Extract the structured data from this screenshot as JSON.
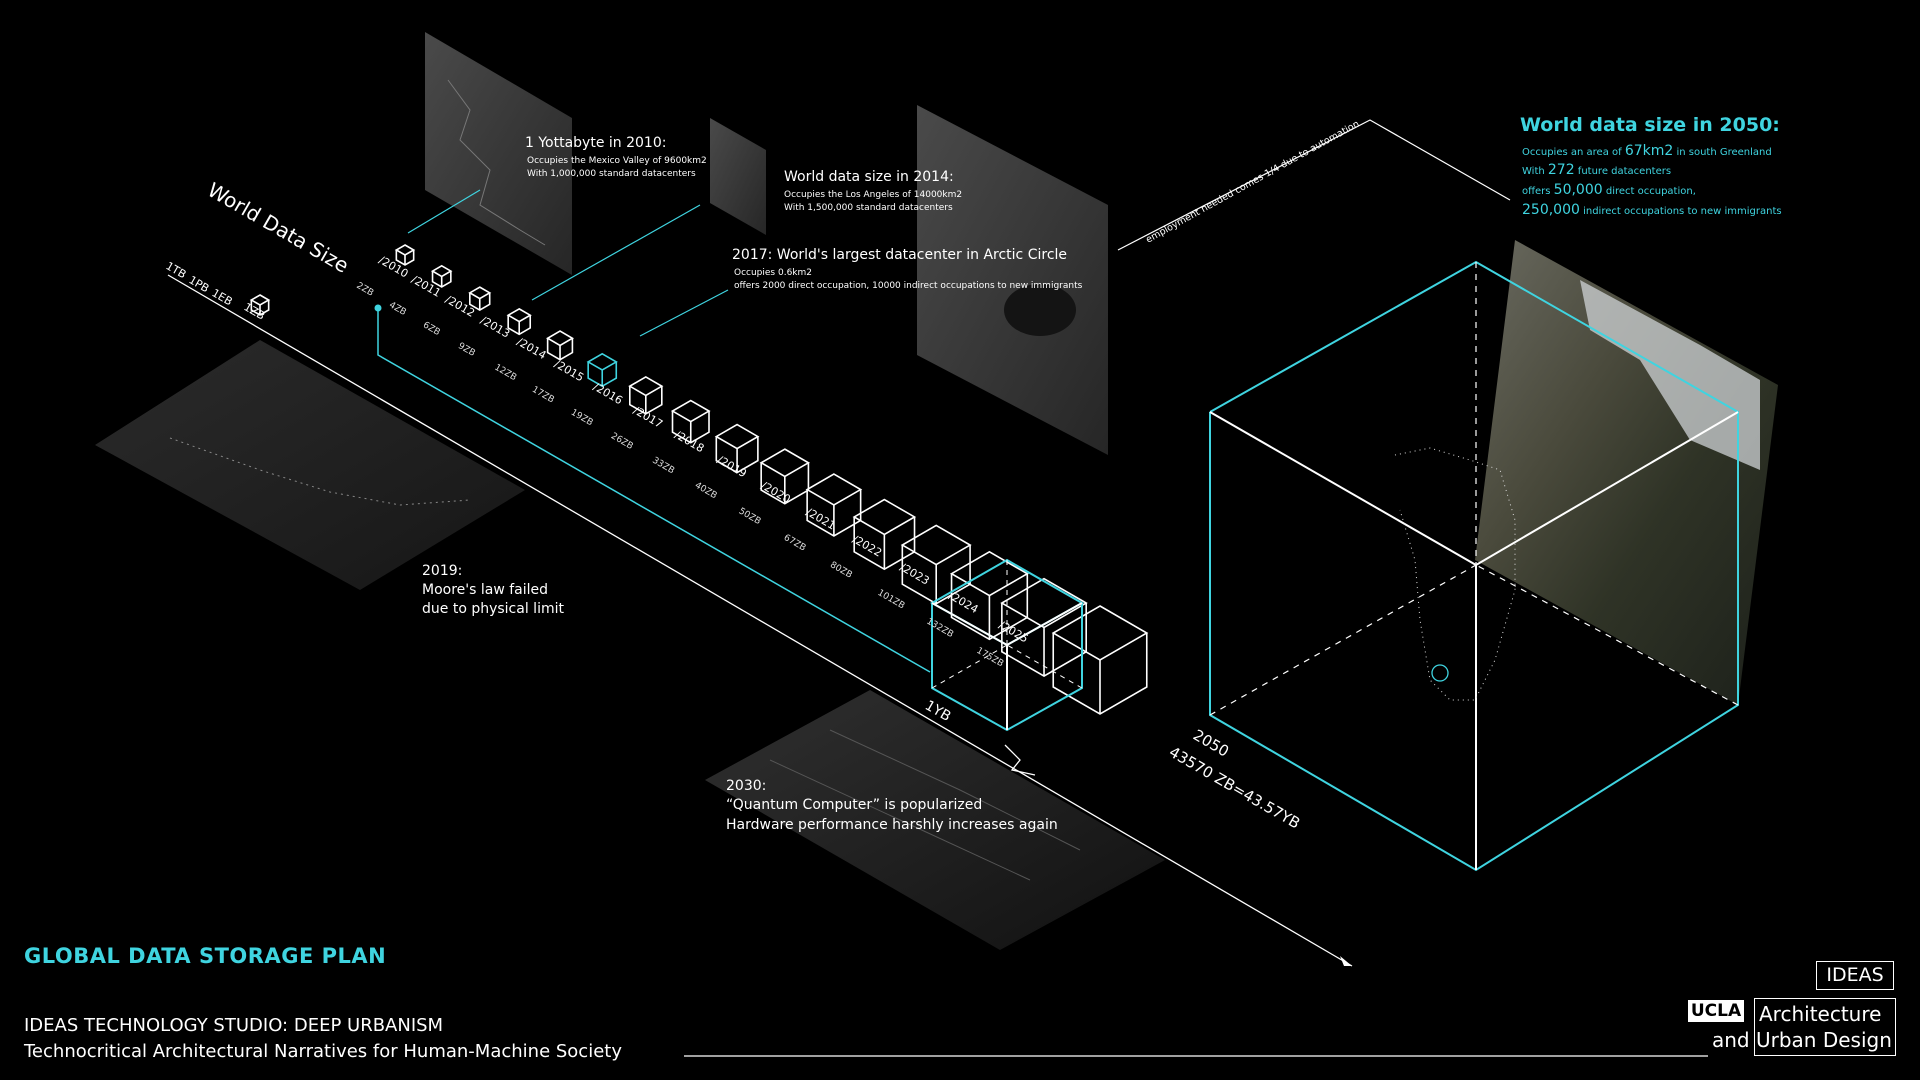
{
  "colors": {
    "accent": "#3fd4e0",
    "line": "#ffffff",
    "bg": "#000000",
    "plane": "#2a2a2a"
  },
  "diagram": {
    "world_data_size_label": "World Data Size",
    "unit_labels": [
      "1TB",
      "1PB",
      "1EB",
      "1ZB"
    ],
    "years": [
      "2010",
      "2011",
      "2012",
      "2013",
      "2014",
      "2015",
      "2016",
      "2017",
      "2018",
      "2019",
      "2020",
      "2021",
      "2022",
      "2023",
      "2024",
      "2025"
    ],
    "sizes": [
      "2ZB",
      "4ZB",
      "6ZB",
      "9ZB",
      "12ZB",
      "17ZB",
      "19ZB",
      "26ZB",
      "33ZB",
      "40ZB",
      "50ZB",
      "67ZB",
      "80ZB",
      "101ZB",
      "132ZB",
      "175ZB"
    ],
    "yb_label": "1YB",
    "cube_2050_year": "2050",
    "cube_2050_value": "43570 ZB=43.57YB",
    "automation_label": "employment needed comes 1/4 due to automation",
    "ann_2010": {
      "title": "1 Yottabyte in 2010:",
      "line1": "Occupies the Mexico Valley of 9600km2",
      "line2": "With 1,000,000 standard datacenters"
    },
    "ann_2014": {
      "title": "World data size in 2014:",
      "line1": "Occupies the Los Angeles of 14000km2",
      "line2": "With 1,500,000 standard datacenters"
    },
    "ann_2017": {
      "title": "2017: World's largest datacenter in Arctic Circle",
      "line1": "Occupies 0.6km2",
      "line2": "offers 2000 direct occupation, 10000 indirect occupations to new immigrants"
    },
    "ann_2019": {
      "title": "2019:",
      "line1": "Moore's law failed",
      "line2": "due to physical limit"
    },
    "ann_2030": {
      "title": "2030:",
      "line1": "“Quantum Computer” is popularized",
      "line2": "Hardware performance harshly increases again"
    },
    "ann_2050": {
      "title": "World data size in 2050:",
      "l1a": "Occupies an area of ",
      "l1b": "67km2",
      "l1c": " in south Greenland",
      "l2a": "With ",
      "l2b": "272",
      "l2c": " future datacenters",
      "l3a": "offers ",
      "l3b": "50,000",
      "l3c": " direct occupation,",
      "l4a": "250,000",
      "l4b": " indirect occupations to new immigrants"
    }
  },
  "footer": {
    "plan_title": "GLOBAL DATA STORAGE PLAN",
    "studio": "IDEAS TECHNOLOGY STUDIO: DEEP URBANISM",
    "subtitle": "Technocritical Architectural Narratives for Human-Machine Society",
    "ideas_logo": "IDEAS",
    "ucla_logo": "UCLA",
    "dept_line1": "Architecture",
    "dept_line2": "and Urban Design"
  }
}
